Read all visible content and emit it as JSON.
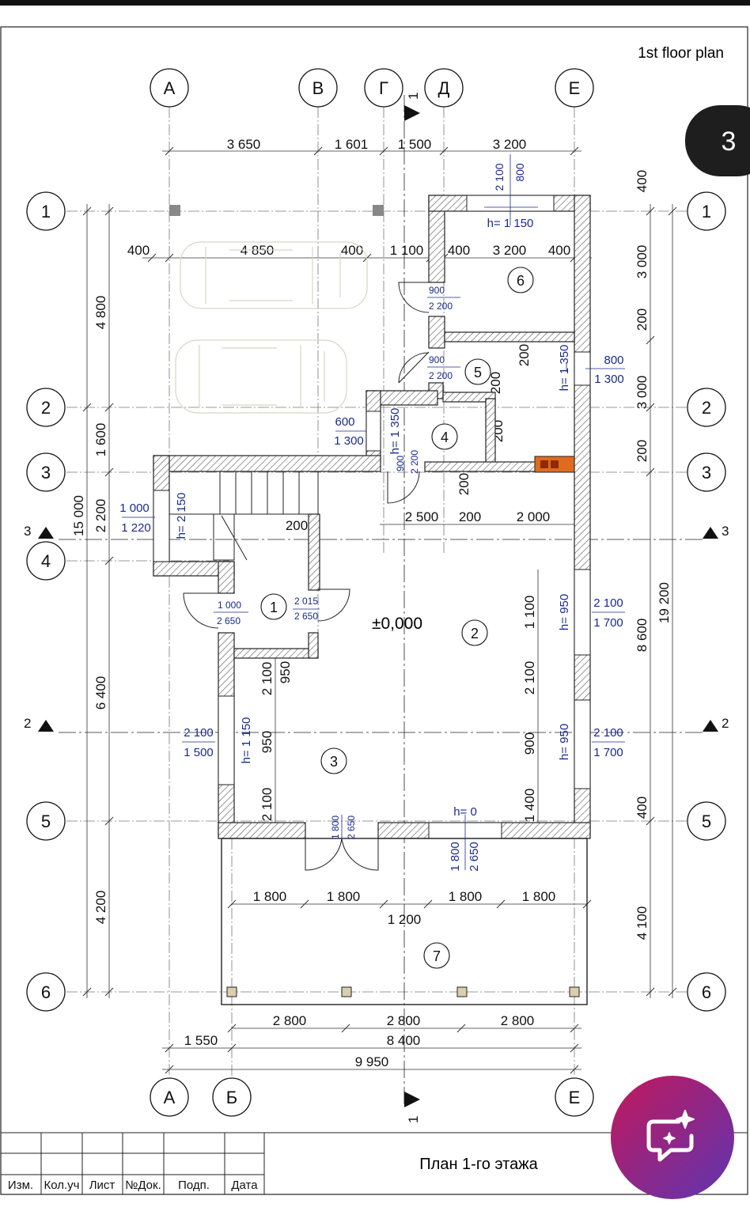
{
  "page": {
    "title": "1st floor plan",
    "page_badge": "3"
  },
  "axes_letters_top": [
    "А",
    "В",
    "Г",
    "Д",
    "Е"
  ],
  "axes_letters_bottom": [
    "А",
    "Б",
    "Е"
  ],
  "axes_numbers": [
    "1",
    "2",
    "3",
    "4",
    "5",
    "6"
  ],
  "top_dims": [
    "3 650",
    "1 601",
    "1 500",
    "3 200"
  ],
  "row2_dims": [
    "400",
    "4 850",
    "400",
    "1 100",
    "400",
    "3 200",
    "400"
  ],
  "left_dims": [
    "4 800",
    "1 600",
    "2 200",
    "6 400",
    "4 200",
    "15 000"
  ],
  "right_dims": [
    "400",
    "3 000",
    "200",
    "3 000",
    "200",
    "8 600",
    "400",
    "4 100",
    "19 200"
  ],
  "inner_dims": [
    "2 500",
    "200",
    "2 000",
    "200",
    "200",
    "200",
    "200",
    "950",
    "2 100",
    "950",
    "2 100",
    "1 100",
    "2 100",
    "900",
    "1 400",
    "200"
  ],
  "porch_dims": [
    "1 800",
    "1 800",
    "1 800",
    "1 800",
    "1 200"
  ],
  "bottom_dims": [
    "2 800",
    "2 800",
    "2 800",
    "8 400",
    "1 550",
    "9 950"
  ],
  "openings": [
    {
      "w": "2 100",
      "h": "800"
    },
    {
      "w": "h= 1 150"
    },
    {
      "w": "900",
      "h": "2 200"
    },
    {
      "w": "900",
      "h": "2 200"
    },
    {
      "w": "800",
      "h": "1 300"
    },
    {
      "w": "h= 1 350"
    },
    {
      "w": "600",
      "h": "1 300"
    },
    {
      "w": "h= 1 350"
    },
    {
      "w": "900",
      "h": "2 200"
    },
    {
      "w": "1 000",
      "h": "1 220"
    },
    {
      "w": "h= 2 150"
    },
    {
      "w": "1 000",
      "h": "2 650"
    },
    {
      "w": "2 015",
      "h": "2 650"
    },
    {
      "w": "2 100",
      "h": "1 700"
    },
    {
      "w": "h= 950"
    },
    {
      "w": "2 100",
      "h": "1 700"
    },
    {
      "w": "h= 950"
    },
    {
      "w": "2 100",
      "h": "1 500"
    },
    {
      "w": "h= 1 150"
    },
    {
      "w": "1 800",
      "h": "2 650"
    },
    {
      "w": "1 800",
      "h": "2 650"
    },
    {
      "w": "h= 0"
    }
  ],
  "rooms": [
    "1",
    "2",
    "3",
    "4",
    "5",
    "6",
    "7"
  ],
  "level": "±0,000",
  "sections": [
    "1",
    "1",
    "2",
    "2",
    "3",
    "3"
  ],
  "titleblock": {
    "headers": [
      "Изм.",
      "Кол.уч",
      "Лист",
      "№Док.",
      "Подп.",
      "Дата"
    ],
    "title": "План 1-го этажа"
  },
  "colors": {
    "dim_blue": "#1a2a8c",
    "fab_gradient_start": "#c2185b",
    "fab_gradient_end": "#5e35b1",
    "badge": "#1e1e1e",
    "stove": "#e06a1e"
  }
}
